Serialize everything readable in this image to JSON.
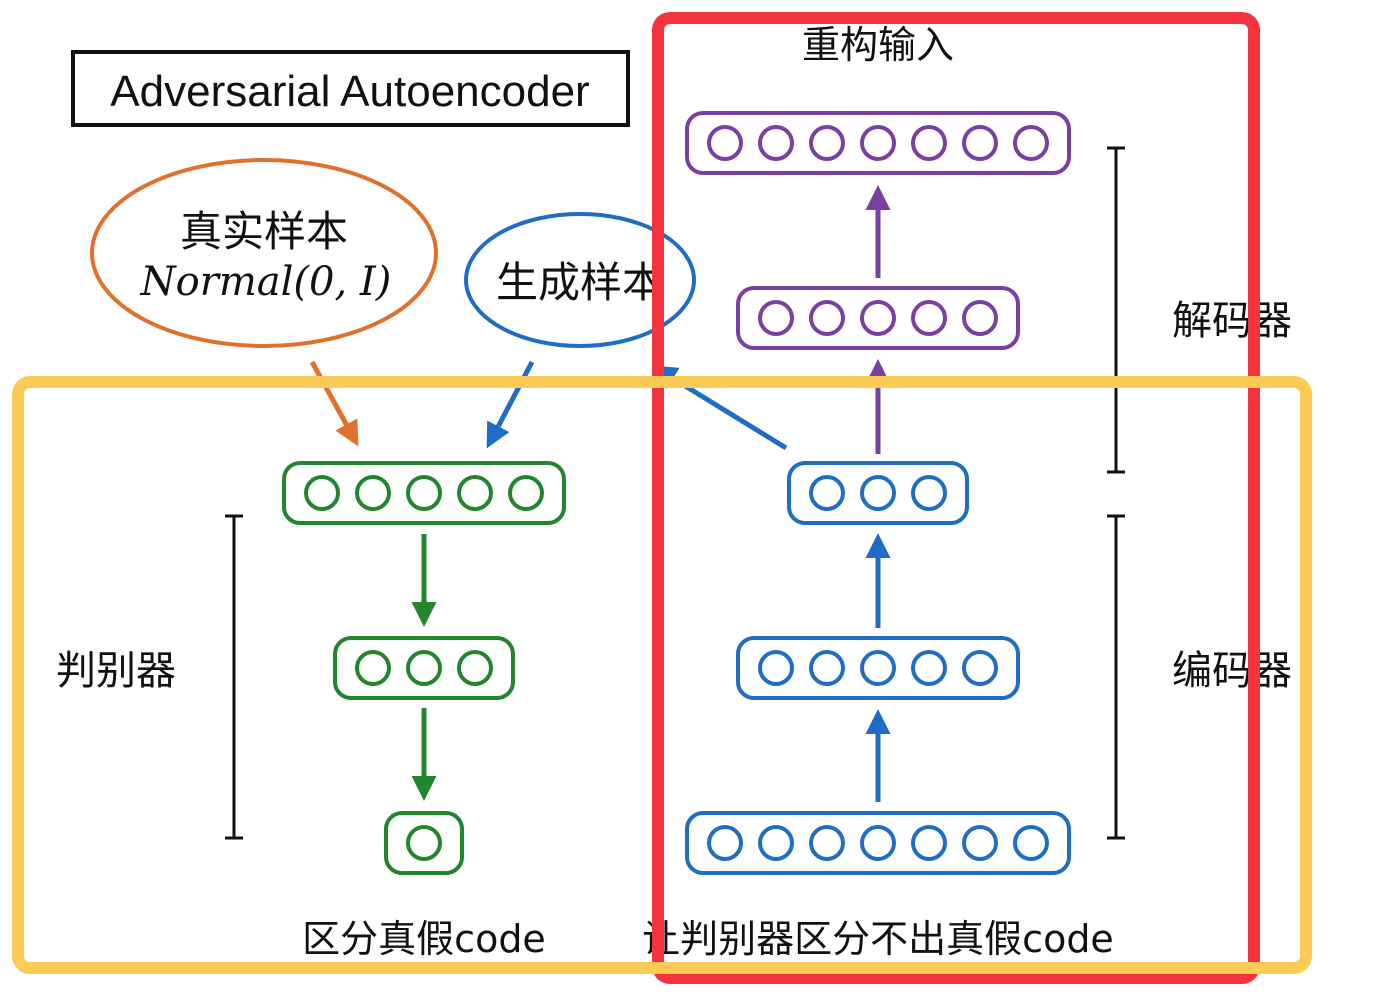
{
  "title": "Adversarial Autoencoder",
  "real_sample": {
    "label": "真实样本",
    "formula": "Normal(0, I)"
  },
  "generated_sample": {
    "label": "生成样本"
  },
  "reconstruct_label": "重构输入",
  "decoder_label": "解码器",
  "encoder_label": "编码器",
  "discriminator_label": "判别器",
  "discriminator_caption": "区分真假code",
  "encoder_caption": "让判别器区分不出真假code",
  "layers": {
    "decoder_output": {
      "nodes": 7
    },
    "decoder_hidden": {
      "nodes": 5
    },
    "code": {
      "nodes": 3
    },
    "encoder_hidden": {
      "nodes": 5
    },
    "encoder_input": {
      "nodes": 7
    },
    "disc_input": {
      "nodes": 5
    },
    "disc_hidden": {
      "nodes": 3
    },
    "disc_output": {
      "nodes": 1
    }
  },
  "colors": {
    "orange": "#e0702e",
    "blue": "#1f6dc4",
    "purple": "#7a3fa3",
    "green": "#22862f",
    "red_frame": "#f5333f",
    "yellow_frame": "#fccb56"
  }
}
